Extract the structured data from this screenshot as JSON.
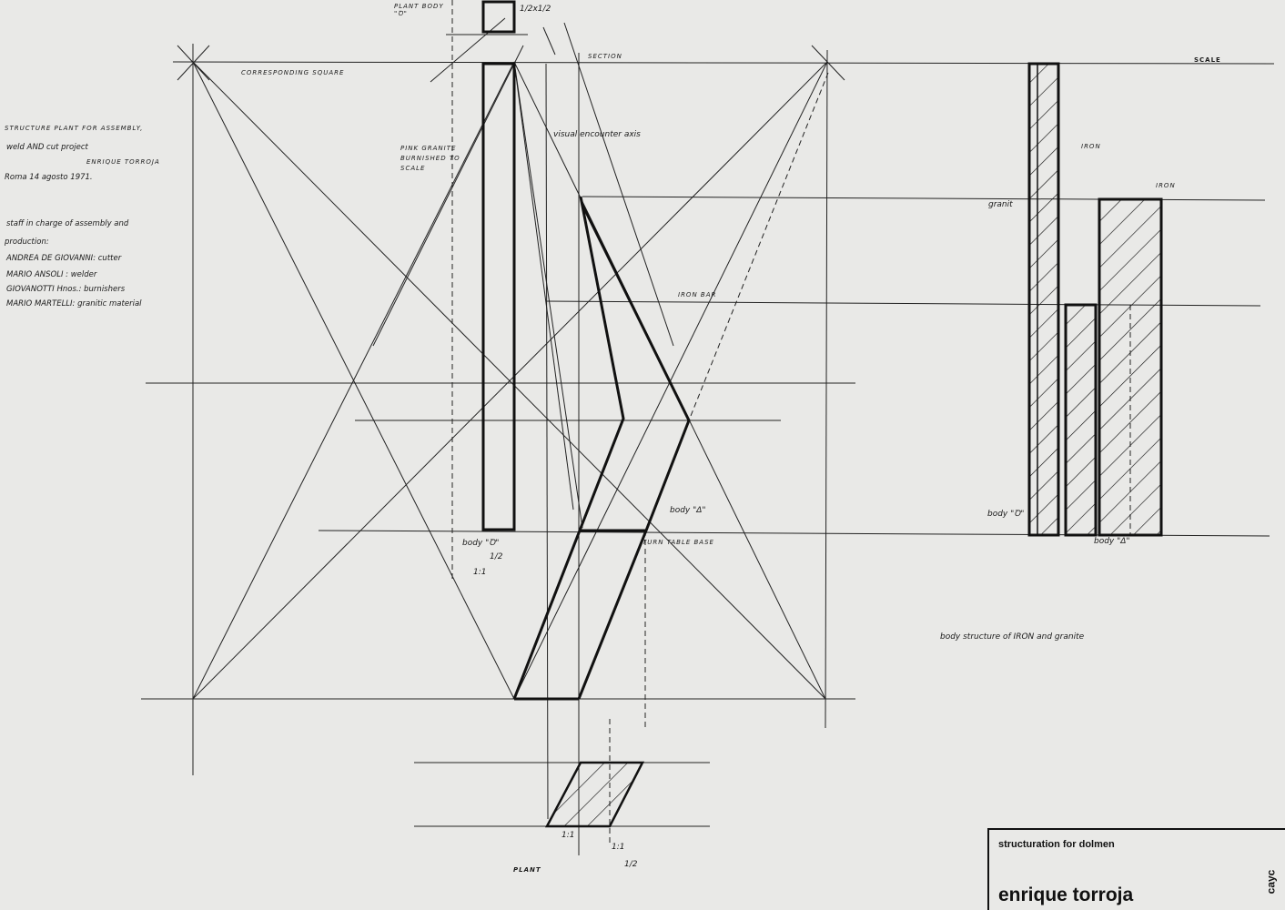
{
  "notes": {
    "line1": "STRUCTURE PLANT FOR ASSEMBLY,",
    "line2": "weld AND cut project",
    "line3": "ENRIQUE TORROJA",
    "line4": "Roma 14 agosto 1971.",
    "line5": "staff in charge of assembly and",
    "line6": "production:",
    "line7": "ANDREA DE GIOVANNI: cutter",
    "line8": "MARIO ANSOLI : welder",
    "line9": "GIOVANOTTI Hnos.: burnishers",
    "line10": "MARIO MARTELLI: granitic material"
  },
  "labels": {
    "plant_body": "PLANT BODY \"Ꝺ\"",
    "half": "1/2x1/2",
    "section": "SECTION",
    "corresponding_square": "CORRESPONDING SQUARE",
    "visual_axis": "visual encounter axis",
    "pink_granite": "PINK GRANITE BURNISHED TO SCALE",
    "iron_bar": "IRON BAR",
    "body_delta": "body \"Δ\"",
    "body_d": "body \"Ꝺ\"",
    "ratio_1_1": "1:1",
    "ratio_half": "1/2",
    "turn_table": "TURN TABLE BASE",
    "plant": "PLANT",
    "scale": "SCALE",
    "iron1": "IRON",
    "iron2": "IRON",
    "granit": "granit",
    "scale_body_d": "body \"Ꝺ\"",
    "scale_body_delta": "body \"Δ\"",
    "structure_caption": "body structure of IRON and granite",
    "plant_ratio_1": "1:1",
    "plant_ratio_2": "1:1",
    "plant_ratio_half": "1/2"
  },
  "titleblock": {
    "subtitle": "structuration for dolmen",
    "author": "enrique torroja",
    "publisher": "cayc"
  }
}
